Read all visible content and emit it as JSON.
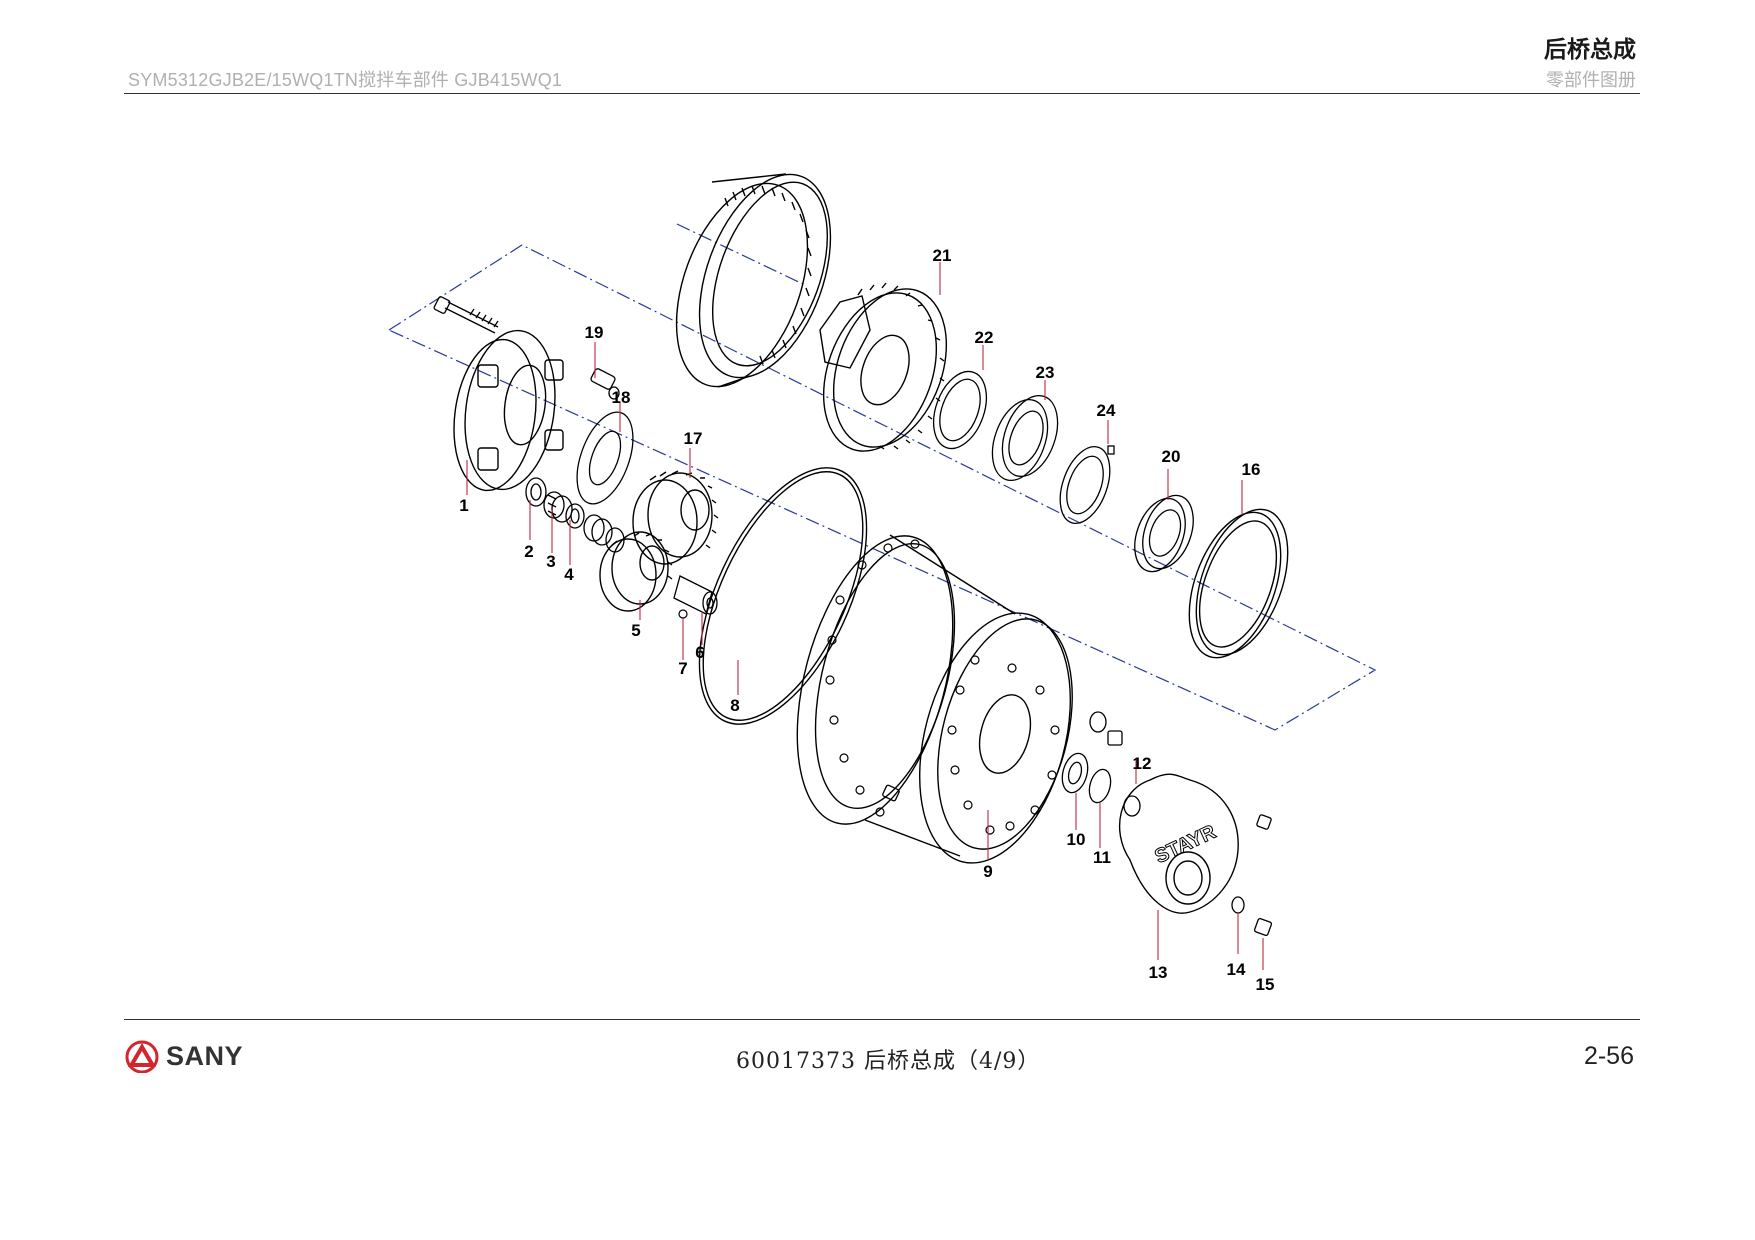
{
  "header": {
    "model_text": "SYM5312GJB2E/15WQ1TN搅拌车部件 GJB415WQ1",
    "section_title": "后桥总成",
    "catalog_label": "零部件图册"
  },
  "footer": {
    "brand": "SANY",
    "assembly_caption": "60017373 后桥总成（4/9）",
    "page_number": "2-56"
  },
  "diagram": {
    "callouts": [
      "1",
      "2",
      "3",
      "4",
      "5",
      "6",
      "7",
      "8",
      "9",
      "10",
      "11",
      "12",
      "13",
      "14",
      "15",
      "16",
      "17",
      "18",
      "19",
      "20",
      "21",
      "22",
      "23",
      "24"
    ],
    "cover_marking": "STAYR"
  },
  "colors": {
    "line": "#000000",
    "leader": "#c0283c",
    "dashed_frame": "#2a3a9a",
    "logo_red": "#d1262b",
    "header_gray": "#b0b0b0"
  }
}
